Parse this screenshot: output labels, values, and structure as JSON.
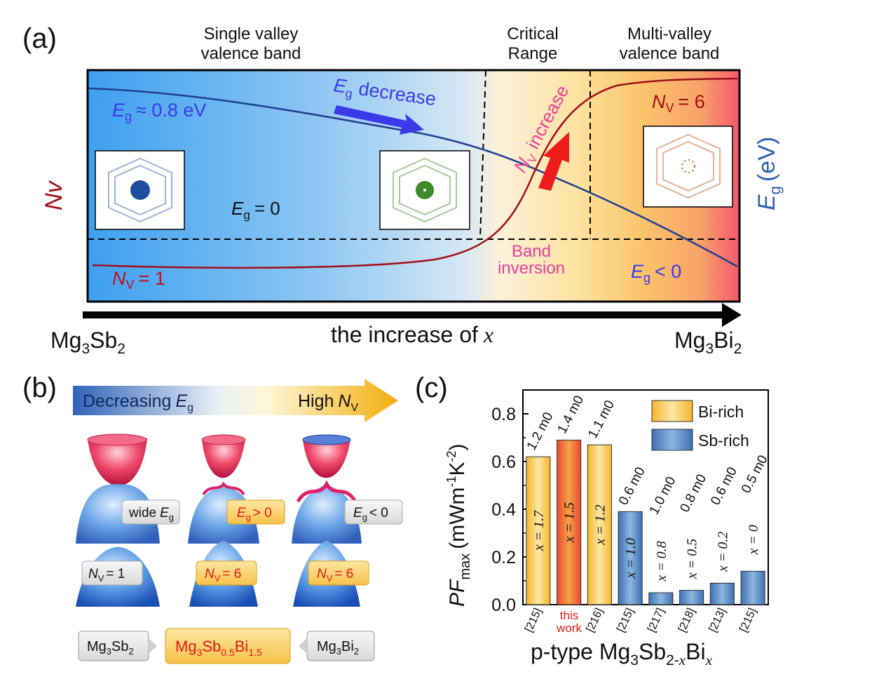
{
  "panel_a": {
    "label": "(a)",
    "header_single_1": "Single valley",
    "header_single_2": "valence band",
    "header_critical_1": "Critical",
    "header_critical_2": "Range",
    "header_multi_1": "Multi-valley",
    "header_multi_2": "valence band",
    "eg_approx": "≈ 0.8 eV",
    "eg_decrease": "decrease",
    "eg_zero": "= 0",
    "nv_increase": "increase",
    "nv_six": "= 6",
    "nv_one": "= 1",
    "band_inversion_1": "Band",
    "band_inversion_2": "inversion",
    "eg_less": "< 0",
    "left_axis_label": "Nv",
    "right_axis_label": "(eV)",
    "x_left": "Mg",
    "x_mid": "the increase of",
    "x_var": "x",
    "x_right": "Mg",
    "colors": {
      "nv_curve": "#a10f17",
      "eg_curve": "#1f3f8f",
      "blue_text": "#3a3ae8",
      "pink_text": "#e8409a"
    }
  },
  "panel_b": {
    "label": "(b)",
    "arrow_left": "Decreasing",
    "arrow_right": "High",
    "wide_eg": "wide",
    "eg_pos": "> 0",
    "eg_neg": "< 0",
    "nv1": "= 1",
    "nv6a": "= 6",
    "nv6b": "= 6",
    "box_left": "Mg",
    "box_mid": "Mg",
    "box_right": "Mg"
  },
  "panel_c": {
    "label": "(c)",
    "legend_bi": "Bi-rich",
    "legend_sb": "Sb-rich",
    "xlabel": "p-type Mg",
    "ylabel": "PF",
    "ylabel_unit": "(mWm",
    "this_work_1": "this",
    "this_work_2": "work"
  },
  "chart_data": {
    "type": "bar",
    "categories": [
      "[215]",
      "this work",
      "[216]",
      "[215]",
      "[217]",
      "[218]",
      "[213]",
      "[215]"
    ],
    "values": [
      0.62,
      0.69,
      0.67,
      0.39,
      0.05,
      0.06,
      0.09,
      0.14
    ],
    "x_compositions": [
      "x = 1.7",
      "x = 1.5",
      "x = 1.2",
      "x = 1.0",
      "x = 0.8",
      "x = 0.5",
      "x = 0.2",
      "x = 0"
    ],
    "effective_masses": [
      "1.2 m0",
      "1.4 m0",
      "1.1 m0",
      "0.6 m0",
      "1.0 m0",
      "0.8 m0",
      "0.6 m0",
      "0.5 m0"
    ],
    "groups": [
      "Bi-rich",
      "Bi-rich-highlight",
      "Bi-rich",
      "Sb-rich",
      "Sb-rich",
      "Sb-rich",
      "Sb-rich",
      "Sb-rich"
    ],
    "ylim": [
      0,
      0.9
    ],
    "yticks": [
      "0.0",
      "0.2",
      "0.4",
      "0.6",
      "0.8"
    ],
    "ylabel": "PFmax (mWm-1K-2)",
    "xlabel": "p-type Mg3Sb2-xBix",
    "legend": [
      "Bi-rich",
      "Sb-rich"
    ],
    "legend_position": "top-right",
    "colors": {
      "bi_rich": "#f5c842",
      "highlight": "#e8402a",
      "sb_rich": "#4a7fc1"
    }
  }
}
